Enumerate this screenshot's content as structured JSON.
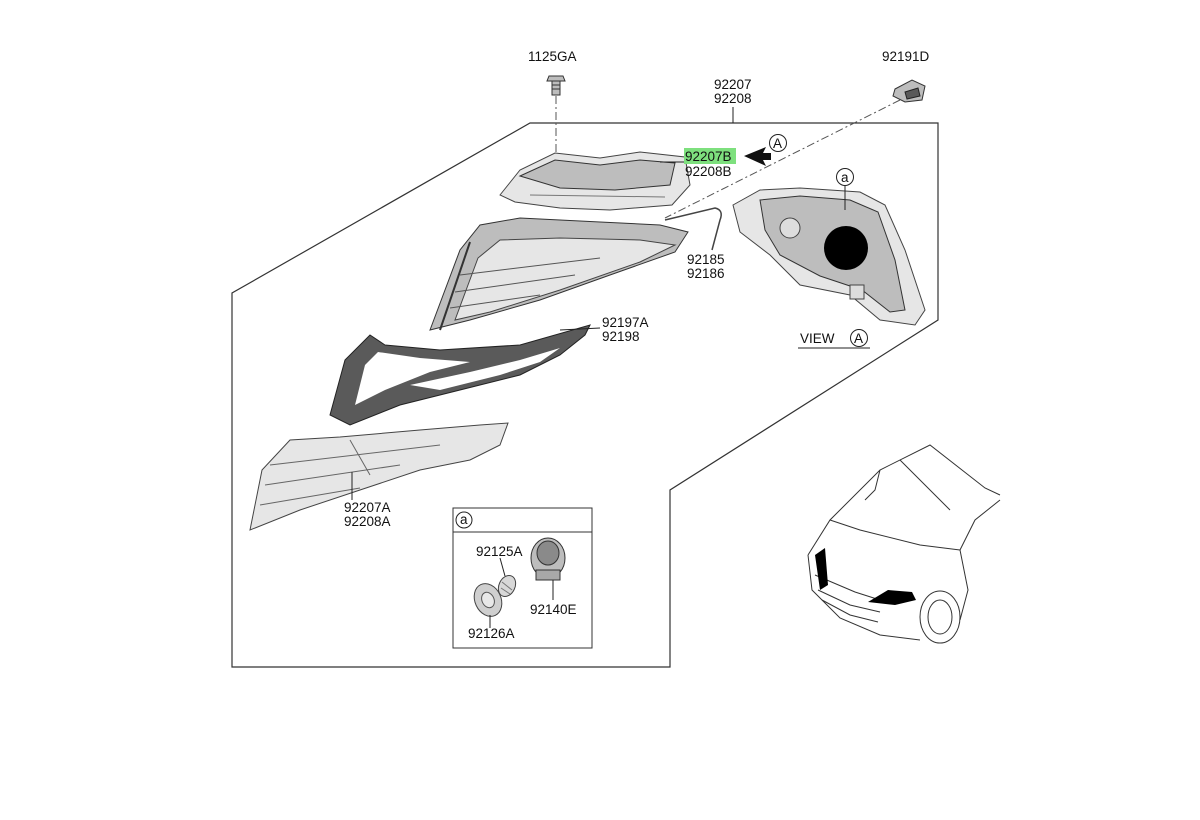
{
  "parts": {
    "bolt": "1125GA",
    "assembly_l1": "92207",
    "assembly_l2": "92208",
    "socket": "92191D",
    "housing_l1": "92207B",
    "housing_l2": "92208B",
    "view_ref": "A",
    "harness_l1": "92185",
    "harness_l2": "92186",
    "bracket_l1": "92197A",
    "bracket_l2": "92198",
    "lens_l1": "92207A",
    "lens_l2": "92208A",
    "cap_a": "92125A",
    "cap_b": "92126A",
    "cap_c": "92140E"
  },
  "view": {
    "label": "VIEW",
    "ref": "A",
    "callout": "a"
  },
  "inset": {
    "callout": "a"
  },
  "highlight_color": "#7ee07e"
}
